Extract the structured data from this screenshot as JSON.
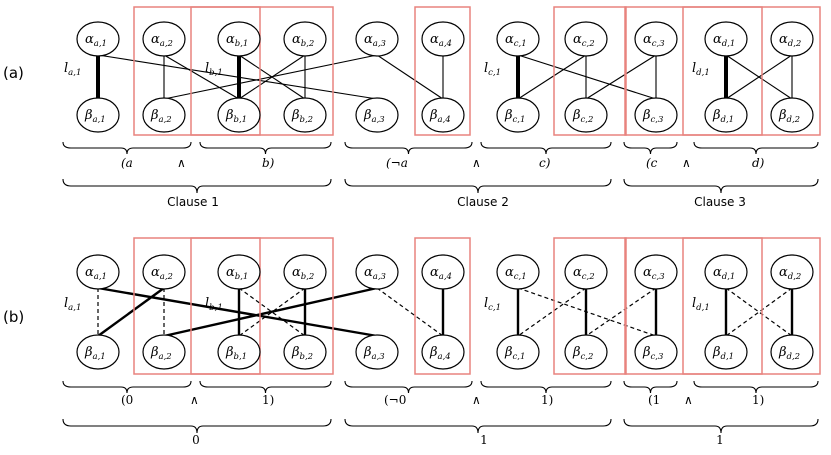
{
  "panels": [
    {
      "label": "(a)",
      "edge_label_prefix": "l",
      "literals": [
        {
          "text": "(a",
          "style": "italic"
        },
        {
          "text": "∧",
          "style": "plain"
        },
        {
          "text": "b)",
          "style": "italic"
        },
        {
          "text": "(¬a",
          "style": "italic"
        },
        {
          "text": "∧",
          "style": "plain"
        },
        {
          "text": "c)",
          "style": "italic"
        },
        {
          "text": "(c",
          "style": "italic"
        },
        {
          "text": "∧",
          "style": "plain"
        },
        {
          "text": "d)",
          "style": "italic"
        }
      ],
      "clauses": [
        "Clause 1",
        "Clause 2",
        "Clause 3"
      ]
    },
    {
      "label": "(b)",
      "edge_label_prefix": "l",
      "literals": [
        {
          "text": "(0",
          "style": "plain"
        },
        {
          "text": "∧",
          "style": "plain"
        },
        {
          "text": "1)",
          "style": "plain"
        },
        {
          "text": "(¬0",
          "style": "plain"
        },
        {
          "text": "∧",
          "style": "plain"
        },
        {
          "text": "1)",
          "style": "plain"
        },
        {
          "text": "(1",
          "style": "plain"
        },
        {
          "text": "∧",
          "style": "plain"
        },
        {
          "text": "1)",
          "style": "plain"
        }
      ],
      "clauses": [
        "0",
        "1",
        "1"
      ]
    }
  ],
  "columns": [
    {
      "v": "a",
      "i": "1",
      "edge_label": true
    },
    {
      "v": "a",
      "i": "2",
      "edge_label": false
    },
    {
      "v": "b",
      "i": "1",
      "edge_label": true
    },
    {
      "v": "b",
      "i": "2",
      "edge_label": false
    },
    {
      "v": "a",
      "i": "3",
      "edge_label": false
    },
    {
      "v": "a",
      "i": "4",
      "edge_label": false
    },
    {
      "v": "c",
      "i": "1",
      "edge_label": true
    },
    {
      "v": "c",
      "i": "2",
      "edge_label": false
    },
    {
      "v": "c",
      "i": "3",
      "edge_label": false
    },
    {
      "v": "d",
      "i": "1",
      "edge_label": true
    },
    {
      "v": "d",
      "i": "2",
      "edge_label": false
    }
  ],
  "node_letters": {
    "top": "α",
    "bottom": "β",
    "edge": "l"
  },
  "edges_a": [
    [
      0,
      0,
      "thick"
    ],
    [
      0,
      4,
      "thin"
    ],
    [
      1,
      1,
      "thin"
    ],
    [
      1,
      2,
      "thin"
    ],
    [
      2,
      2,
      "thick"
    ],
    [
      2,
      3,
      "thin"
    ],
    [
      3,
      3,
      "thin"
    ],
    [
      3,
      2,
      "thin"
    ],
    [
      4,
      1,
      "thin"
    ],
    [
      4,
      5,
      "thin"
    ],
    [
      5,
      5,
      "thin"
    ],
    [
      6,
      6,
      "thick"
    ],
    [
      6,
      8,
      "thin"
    ],
    [
      7,
      7,
      "thin"
    ],
    [
      7,
      6,
      "thin"
    ],
    [
      8,
      7,
      "thin"
    ],
    [
      8,
      8,
      "thin"
    ],
    [
      9,
      9,
      "thick"
    ],
    [
      9,
      10,
      "thin"
    ],
    [
      10,
      10,
      "thin"
    ],
    [
      10,
      9,
      "thin"
    ]
  ],
  "edges_b": [
    [
      0,
      0,
      "dashed"
    ],
    [
      0,
      4,
      "medium"
    ],
    [
      1,
      1,
      "dashed"
    ],
    [
      1,
      0,
      "medium"
    ],
    [
      2,
      2,
      "medium"
    ],
    [
      2,
      3,
      "dashed"
    ],
    [
      3,
      3,
      "medium"
    ],
    [
      3,
      2,
      "dashed"
    ],
    [
      4,
      1,
      "medium"
    ],
    [
      4,
      5,
      "dashed"
    ],
    [
      5,
      5,
      "medium"
    ],
    [
      6,
      6,
      "medium"
    ],
    [
      6,
      8,
      "dashed"
    ],
    [
      7,
      7,
      "medium"
    ],
    [
      7,
      6,
      "dashed"
    ],
    [
      8,
      7,
      "dashed"
    ],
    [
      8,
      8,
      "medium"
    ],
    [
      9,
      9,
      "medium"
    ],
    [
      9,
      10,
      "dashed"
    ],
    [
      10,
      10,
      "medium"
    ],
    [
      10,
      9,
      "dashed"
    ]
  ]
}
